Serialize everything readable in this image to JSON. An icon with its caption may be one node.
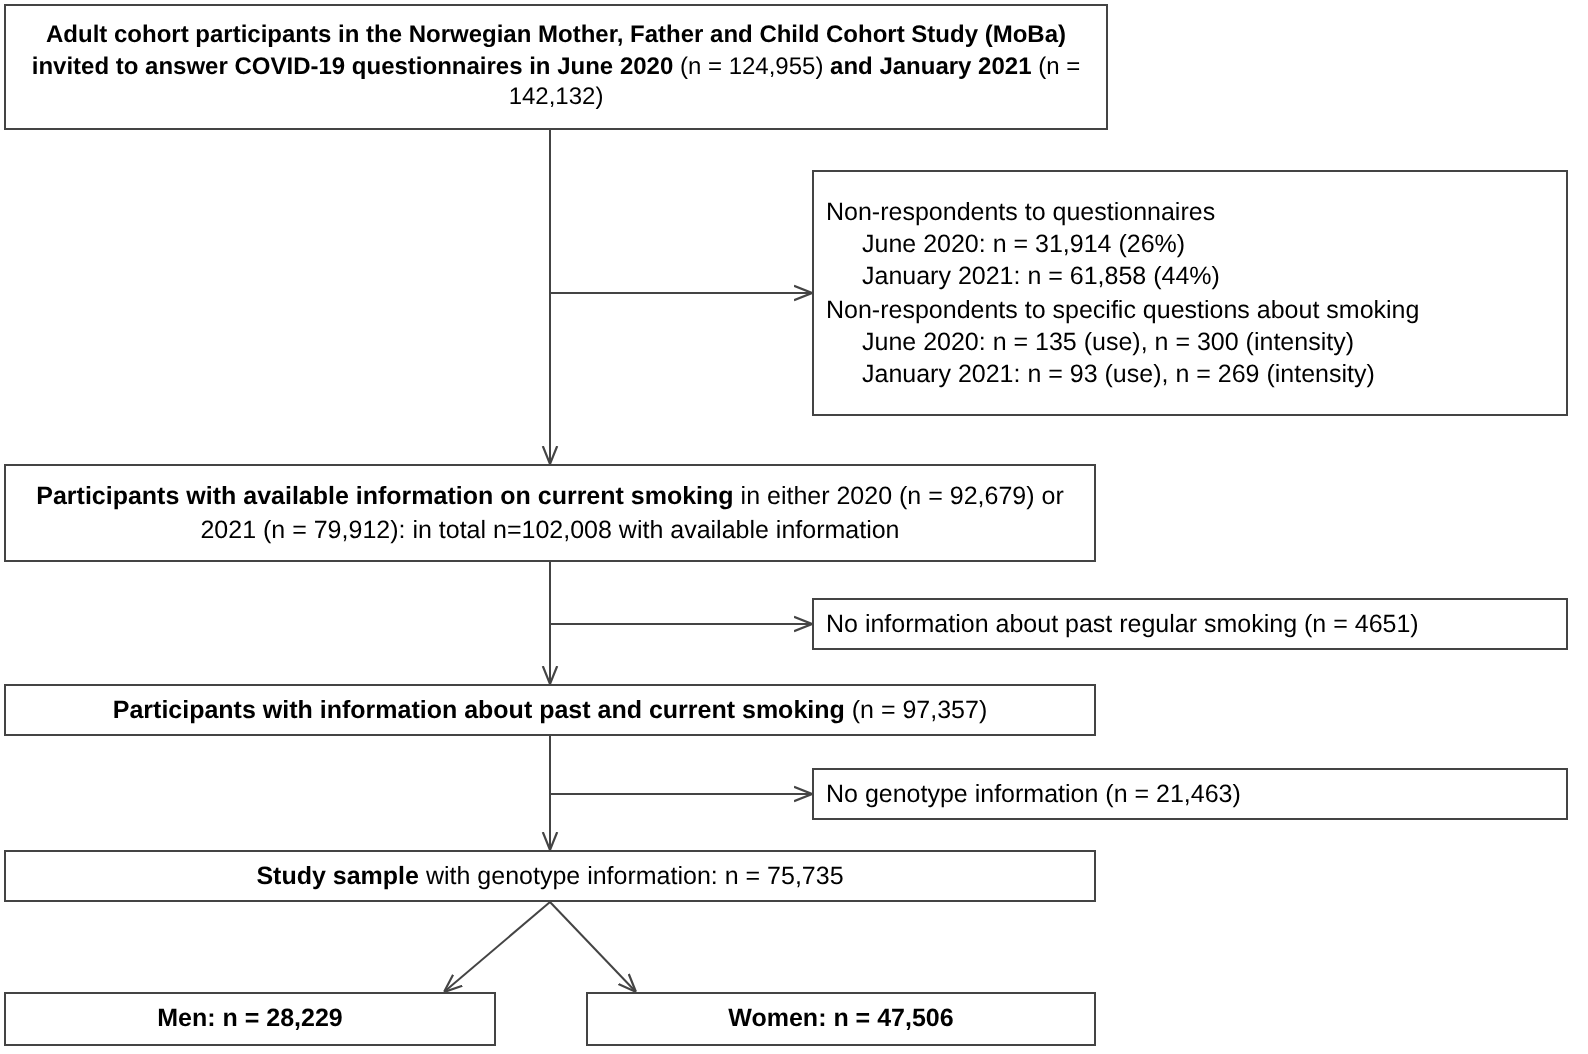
{
  "diagram": {
    "nodes": [
      {
        "text": [
          "**Adult cohort participants in the Norwegian Mother, Father and Child Cohort Study (MoBa) invited to answer COVID-19 questionnaires in June 2020** (n = 124,955) **and January 2021** (n = 142,132)"
        ]
      },
      {
        "text": [
          "Non-respondents to questionnaires",
          "June 2020: n = 31,914 (26%)",
          "January 2021: n = 61,858 (44%)",
          "Non-respondents to specific questions about smoking",
          "June 2020: n = 135 (use), n = 300 (intensity)",
          "January 2021: n = 93 (use), n = 269 (intensity)"
        ]
      },
      {
        "text": [
          "**Participants with available information on current smoking** in either 2020 (n = 92,679) or 2021 (n = 79,912): in total n=102,008 with available information"
        ]
      },
      {
        "text": [
          "No information about past regular smoking (n = 4651)"
        ]
      },
      {
        "text": [
          "**Participants with information about past and current smoking** (n = 97,357)"
        ]
      },
      {
        "text": [
          "No genotype information (n = 21,463)"
        ]
      },
      {
        "text": [
          "**Study sample** with genotype information: n = 75,735"
        ]
      },
      {
        "text": [
          "Men: n = 28,229"
        ]
      },
      {
        "text": [
          "Women: n = 47,506"
        ]
      }
    ],
    "edges": [
      {
        "from": 0,
        "to": 2,
        "arrow": "to"
      },
      {
        "from": 0,
        "to": 1,
        "arrow": "to"
      },
      {
        "from": 2,
        "to": 4,
        "arrow": "to"
      },
      {
        "from": 2,
        "to": 3,
        "arrow": "to"
      },
      {
        "from": 4,
        "to": 6,
        "arrow": "to"
      },
      {
        "from": 4,
        "to": 5,
        "arrow": "to"
      },
      {
        "from": 6,
        "to": 7,
        "arrow": "to"
      },
      {
        "from": 6,
        "to": 8,
        "arrow": "to"
      }
    ]
  }
}
